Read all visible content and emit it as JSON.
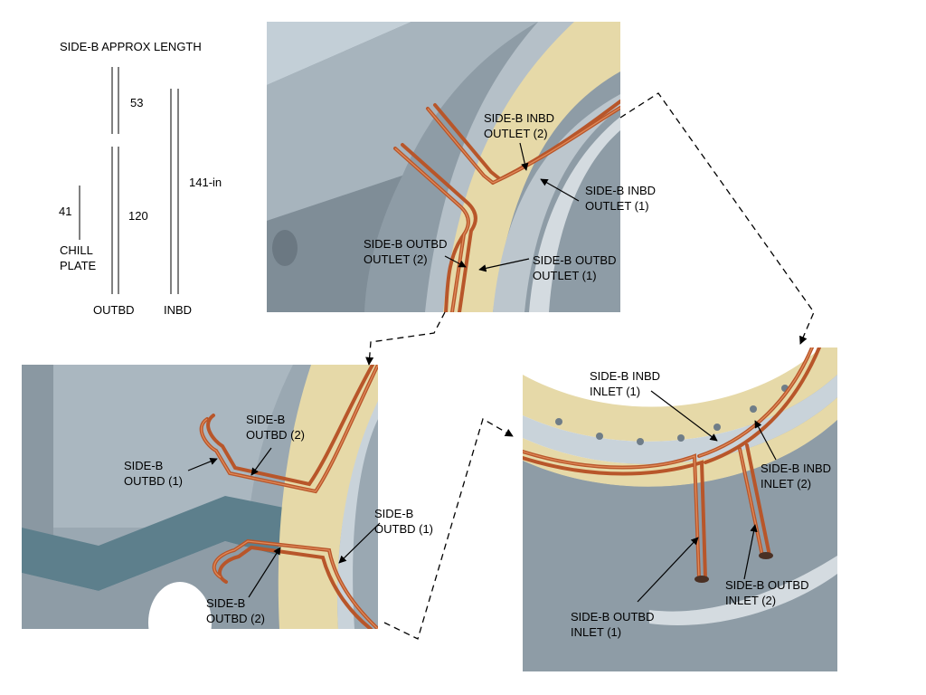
{
  "legend": {
    "title": "SIDE-B APPROX LENGTH",
    "seg_53": "53",
    "seg_120": "120",
    "seg_141": "141-in",
    "seg_41": "41",
    "chill_plate": [
      "CHILL",
      "PLATE"
    ],
    "outbd": "OUTBD",
    "inbd": "INBD"
  },
  "top_view": {
    "inbd_outlet_2": [
      "SIDE-B INBD",
      "OUTLET (2)"
    ],
    "inbd_outlet_1": [
      "SIDE-B INBD",
      "OUTLET (1)"
    ],
    "outbd_outlet_2": [
      "SIDE-B OUTBD",
      "OUTLET (2)"
    ],
    "outbd_outlet_1": [
      "SIDE-B OUTBD",
      "OUTLET (1)"
    ]
  },
  "left_view": {
    "outbd_2_upper": [
      "SIDE-B",
      "OUTBD (2)"
    ],
    "outbd_1_left": [
      "SIDE-B",
      "OUTBD (1)"
    ],
    "outbd_1_right": [
      "SIDE-B",
      "OUTBD (1)"
    ],
    "outbd_2_lower": [
      "SIDE-B",
      "OUTBD (2)"
    ]
  },
  "right_view": {
    "inbd_inlet_1": [
      "SIDE-B INBD",
      "INLET (1)"
    ],
    "inbd_inlet_2": [
      "SIDE-B INBD",
      "INLET (2)"
    ],
    "outbd_inlet_2": [
      "SIDE-B OUTBD",
      "INLET (2)"
    ],
    "outbd_inlet_1": [
      "SIDE-B OUTBD",
      "INLET (1)"
    ]
  },
  "colors": {
    "copper": "#b8562a",
    "copper_light": "#e08a5a",
    "steel": "#9aa8b2",
    "steel_dark": "#6f7d88",
    "steel_light": "#c9d3da",
    "insulation": "#e6d9a8",
    "teal_band": "#5d7f8c"
  }
}
